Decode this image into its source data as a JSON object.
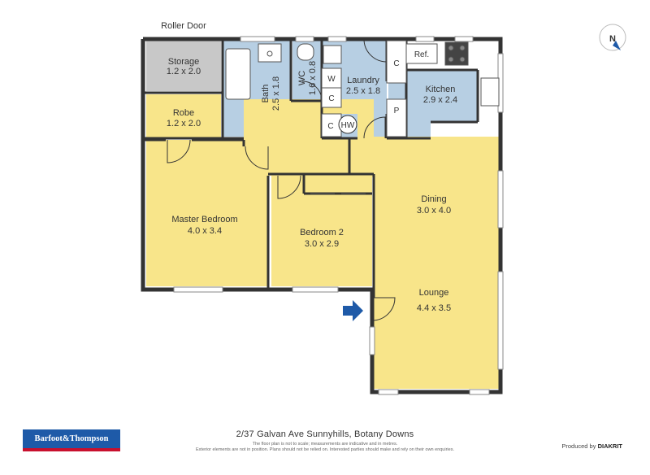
{
  "labels": {
    "roller_door": "Roller Door",
    "storage": {
      "name": "Storage",
      "dims": "1.2 x 2.0"
    },
    "robe": {
      "name": "Robe",
      "dims": "1.2 x 2.0"
    },
    "bath": {
      "name": "Bath",
      "dims": "2.5 x 1.8"
    },
    "wc": {
      "name": "WC",
      "dims": "1.6 x 0.8"
    },
    "laundry": {
      "name": "Laundry",
      "dims": "2.5 x 1.8"
    },
    "kitchen": {
      "name": "Kitchen",
      "dims": "2.9 x 2.4"
    },
    "master": {
      "name": "Master Bedroom",
      "dims": "4.0 x 3.4"
    },
    "bedroom2": {
      "name": "Bedroom 2",
      "dims": "3.0 x 2.9"
    },
    "dining": {
      "name": "Dining",
      "dims": "3.0 x 4.0"
    },
    "lounge": {
      "name": "Lounge",
      "dims": "4.4 x 3.5"
    },
    "fixtures": {
      "w": "W",
      "c": "C",
      "p": "P",
      "ref": "Ref.",
      "hw": "HW"
    },
    "compass": "N"
  },
  "footer": {
    "address": "2/37 Galvan Ave  Sunnyhills, Botany Downs",
    "disclaimer_1": "The floor plan is not to scale; measurements are indicative and in metres.",
    "disclaimer_2": "Exterior elements are not in position. Plans should not be relied on. Interested parties should make and rely on their own enquiries.",
    "agency": "Barfoot&Thompson",
    "credit_prefix": "Produced by",
    "credit_brand": "DIAKRIT"
  },
  "colors": {
    "wall": "#333333",
    "living": "#f8e58a",
    "wet": "#b7cfe3",
    "storage": "#c8c8c8",
    "kitchen_white": "#ffffff",
    "arrow": "#1e5aa8"
  }
}
